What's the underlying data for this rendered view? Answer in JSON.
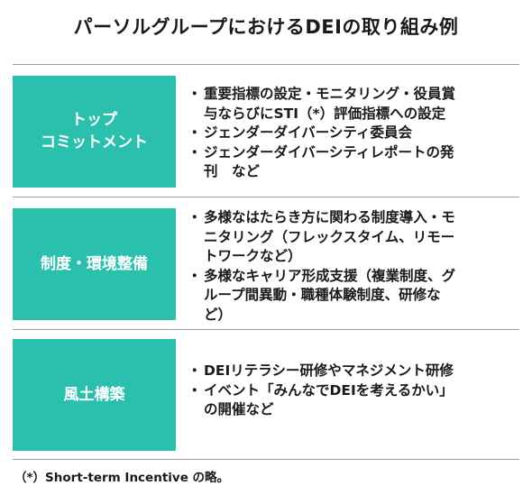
{
  "title": "パーソルグループにおけるDEIの取り組み例",
  "rows": [
    {
      "label_lines": [
        "トップ",
        "コミットメント"
      ],
      "items": [
        [
          "重要指標の設定・モニタリング・役員賞",
          "与ならびにSTI（*）評価指標への設定"
        ],
        [
          "ジェンダーダイバーシティ委員会"
        ],
        [
          "ジェンダーダイバーシティレポートの発",
          "刊　など"
        ]
      ]
    },
    {
      "label_lines": [
        "制度・環境整備"
      ],
      "items": [
        [
          "多様なはたらき方に関わる制度導入・モ",
          "ニタリング（フレックスタイム、リモー",
          "トワークなど）"
        ],
        [
          "多様なキャリア形成支援（複業制度、グ",
          "ループ間異動・職種体験制度、研修な",
          "ど）"
        ]
      ]
    },
    {
      "label_lines": [
        "風土構築"
      ],
      "items": [
        [
          "DEIリテラシー研修やマネジメント研修"
        ],
        [
          "イベント「みんなでDEIを考えるかい」",
          "の開催など"
        ]
      ]
    }
  ],
  "footnote": "（*）Short-term Incentive の略。",
  "colors": {
    "label_background": "#2bbfae",
    "label_text": "#ffffff",
    "rule": "#9a9a9a",
    "text": "#1a1a1a"
  }
}
